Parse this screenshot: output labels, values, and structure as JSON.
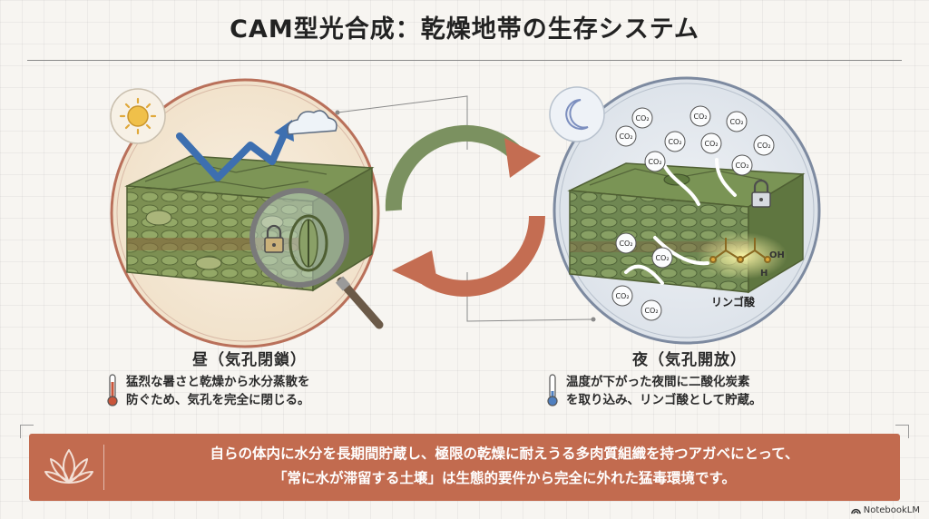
{
  "title": "CAM型光合成：乾燥地帯の生存システム",
  "day": {
    "heading": "昼（気孔閉鎖）",
    "lines": [
      "猛烈な暑さと乾燥から水分蒸散を",
      "防ぐため、気孔を完全に閉じる。"
    ]
  },
  "night": {
    "heading": "夜（気孔開放）",
    "lines": [
      "温度が下がった夜間に二酸化炭素",
      "を取り込み、リンゴ酸として貯蔵。"
    ],
    "malic_label": "リンゴ酸",
    "co2_label": "CO₂",
    "oh_label": "OH",
    "h_label": "H"
  },
  "banner": {
    "lines": [
      "自らの体内に水分を長期間貯蔵し、極限の乾燥に耐えうる多肉質組織を持つアガベにとって、",
      "「常に水が滞留する土壌」は生態的要件から完全に外れた猛毒環境です。"
    ]
  },
  "watermark": "NotebookLM",
  "colors": {
    "day_ring": "#b9705a",
    "night_ring": "#7d8aa0",
    "leaf_green": "#6f8c4d",
    "arrow_green": "#7b9160",
    "arrow_rust": "#c46d52",
    "banner": "#c26b4f",
    "zigzag_blue": "#3d6fb0"
  },
  "icons": {
    "day": [
      "sun-icon",
      "cloud-icon",
      "magnifier-icon",
      "lock-icon",
      "thermometer-hot-icon"
    ],
    "night": [
      "moon-icon",
      "lock-icon",
      "thermometer-cold-icon"
    ],
    "banner": "agave-icon",
    "watermark": "notebooklm-logo-icon"
  }
}
